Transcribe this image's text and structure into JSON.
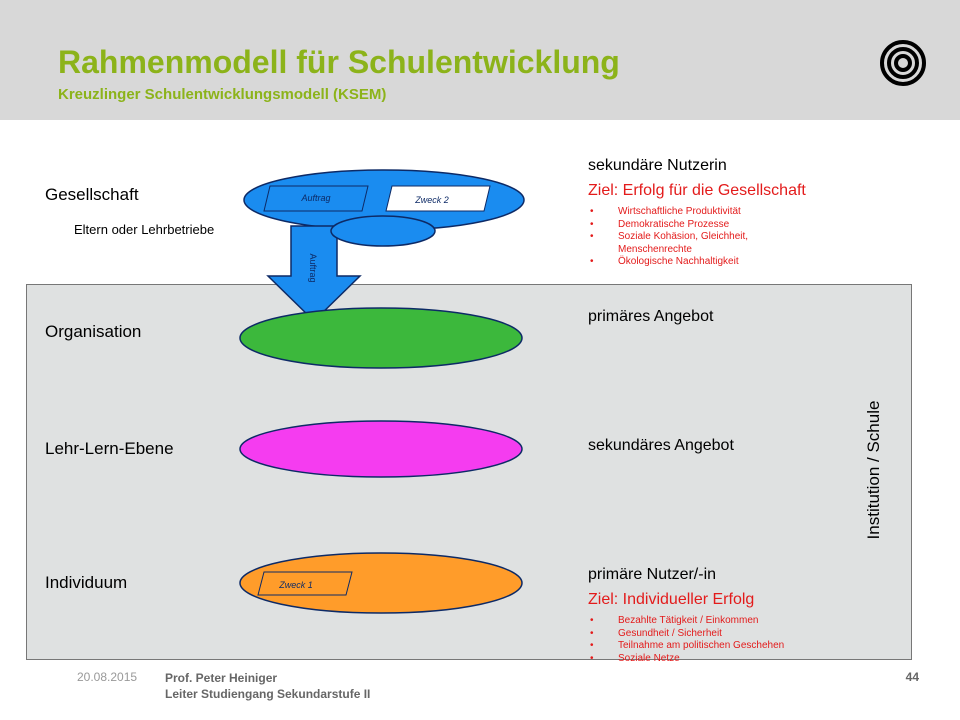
{
  "header": {
    "title": "Rahmenmodell für Schulentwicklung",
    "subtitle": "Kreuzlinger Schulentwicklungsmodell (KSEM)",
    "logo_icon": "concentric-circles-logo-icon"
  },
  "levels": {
    "society": "Gesellschaft",
    "society_sub": "Eltern oder Lehrbetriebe",
    "organisation": "Organisation",
    "teaching": "Lehr-Lern-Ebene",
    "individual": "Individuum"
  },
  "diagram": {
    "box_auftrag": "Auftrag",
    "box_zweck2": "Zweck 2",
    "arrow_label": "Auftrag",
    "box_zweck1": "Zweck 1",
    "institution_label": "Institution / Schule"
  },
  "right_column": {
    "secondary_user": "sekundäre Nutzerin",
    "goal_society": "Ziel: Erfolg für die Gesellschaft",
    "society_goals": [
      "Wirtschaftliche Produktivität",
      "Demokratische Prozesse",
      "Soziale Kohäsion, Gleichheit, Menschenrechte",
      "Ökologische Nachhaltigkeit"
    ],
    "primary_offer": "primäres Angebot",
    "secondary_offer": "sekundäres Angebot",
    "primary_user": "primäre Nutzer/-in",
    "goal_individual": "Ziel: Individueller Erfolg",
    "individual_goals": [
      "Bezahlte Tätigkeit / Einkommen",
      "Gesundheit / Sicherheit",
      "Teilnahme am politischen Geschehen",
      "Soziale Netze"
    ]
  },
  "footer": {
    "date": "20.08.2015",
    "author": "Prof. Peter Heiniger",
    "role": "Leiter Studiengang Sekundarstufe II",
    "page": "44"
  },
  "colors": {
    "title_green": "#8cb31a",
    "society_blue": "#1a8cf0",
    "organisation_green": "#3cb83c",
    "teaching_magenta": "#f53cf0",
    "individual_orange": "#ff9c2a",
    "goal_red": "#e31b1b"
  }
}
